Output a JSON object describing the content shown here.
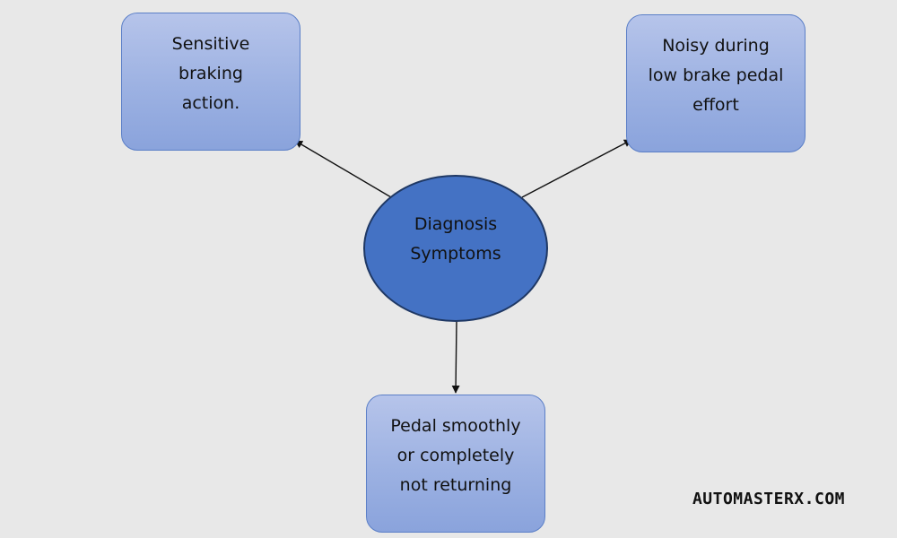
{
  "diagram": {
    "center": {
      "line1": "Diagnosis",
      "line2": "Symptoms"
    },
    "nodes": {
      "left": {
        "line1": "Sensitive",
        "line2": "braking",
        "line3": "action."
      },
      "right": {
        "line1": "Noisy during",
        "line2": "low brake pedal",
        "line3": "effort"
      },
      "bottom": {
        "line1": "Pedal smoothly",
        "line2": "or completely",
        "line3": "not returning"
      }
    },
    "colors": {
      "background": "#e8e8e8",
      "center_fill": "#4472c4",
      "center_border": "#1f3864",
      "box_border": "#5b7fc7",
      "box_fill_top": "#b6c4ea",
      "box_fill_bottom": "#8aa3dc",
      "arrow": "#111111"
    }
  },
  "watermark": "AUTOMASTERX.COM"
}
